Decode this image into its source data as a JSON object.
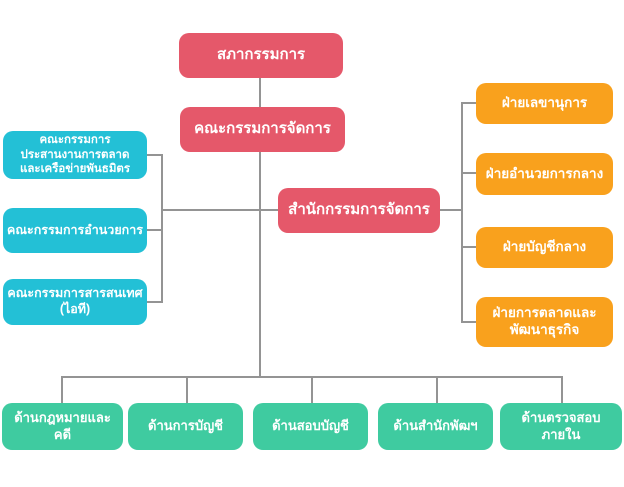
{
  "diagram": {
    "type": "org-chart",
    "colors": {
      "board_level": "#E5586A",
      "committees": "#23C0D6",
      "departments": "#F9A11D",
      "divisions": "#3FCBA0",
      "connector": "#949494",
      "node_text": "#FFFFFF",
      "background": "#FFFFFF"
    },
    "nodes": [
      {
        "id": "board",
        "label": "สภากรรมการ",
        "group": "board_level"
      },
      {
        "id": "management-committee",
        "label": "คณะกรรมการจัดการ",
        "group": "board_level"
      },
      {
        "id": "management-office",
        "label": "สำนักกรรมการจัดการ",
        "group": "board_level"
      },
      {
        "id": "marketing-coordination-committee",
        "label": "คณะกรรมการ\nประสานงานการตลาด\nและเครือข่ายพันธมิตร",
        "group": "committees"
      },
      {
        "id": "steering-committee",
        "label": "คณะกรรมการอำนวยการ",
        "group": "committees"
      },
      {
        "id": "it-committee",
        "label": "คณะกรรมการสารสนเทศ\n(ไอที)",
        "group": "committees"
      },
      {
        "id": "secretariat-dept",
        "label": "ฝ่ายเลขานุการ",
        "group": "departments"
      },
      {
        "id": "central-admin-dept",
        "label": "ฝ่ายอำนวยการกลาง",
        "group": "departments"
      },
      {
        "id": "central-accounting-dept",
        "label": "ฝ่ายบัญชีกลาง",
        "group": "departments"
      },
      {
        "id": "marketing-business-dev-dept",
        "label": "ฝ่ายการตลาดและ\nพัฒนาธุรกิจ",
        "group": "departments"
      },
      {
        "id": "legal-division",
        "label": "ด้านกฎหมายและคดี",
        "group": "divisions"
      },
      {
        "id": "accounting-division",
        "label": "ด้านการบัญชี",
        "group": "divisions"
      },
      {
        "id": "audit-division",
        "label": "ด้านสอบบัญชี",
        "group": "divisions"
      },
      {
        "id": "development-office-division",
        "label": "ด้านสำนักพัฒฯ",
        "group": "divisions"
      },
      {
        "id": "internal-audit-division",
        "label": "ด้านตรวจสอบภายใน",
        "group": "divisions"
      }
    ],
    "edges": [
      {
        "from": "board",
        "to": "management-committee"
      },
      {
        "from": "management-committee",
        "to": "management-office"
      },
      {
        "from": "management-office",
        "to": "marketing-coordination-committee"
      },
      {
        "from": "management-office",
        "to": "steering-committee"
      },
      {
        "from": "management-office",
        "to": "it-committee"
      },
      {
        "from": "management-office",
        "to": "secretariat-dept"
      },
      {
        "from": "management-office",
        "to": "central-admin-dept"
      },
      {
        "from": "management-office",
        "to": "central-accounting-dept"
      },
      {
        "from": "management-office",
        "to": "marketing-business-dev-dept"
      },
      {
        "from": "management-committee",
        "to": "legal-division"
      },
      {
        "from": "management-committee",
        "to": "accounting-division"
      },
      {
        "from": "management-committee",
        "to": "audit-division"
      },
      {
        "from": "management-committee",
        "to": "development-office-division"
      },
      {
        "from": "management-committee",
        "to": "internal-audit-division"
      }
    ]
  }
}
